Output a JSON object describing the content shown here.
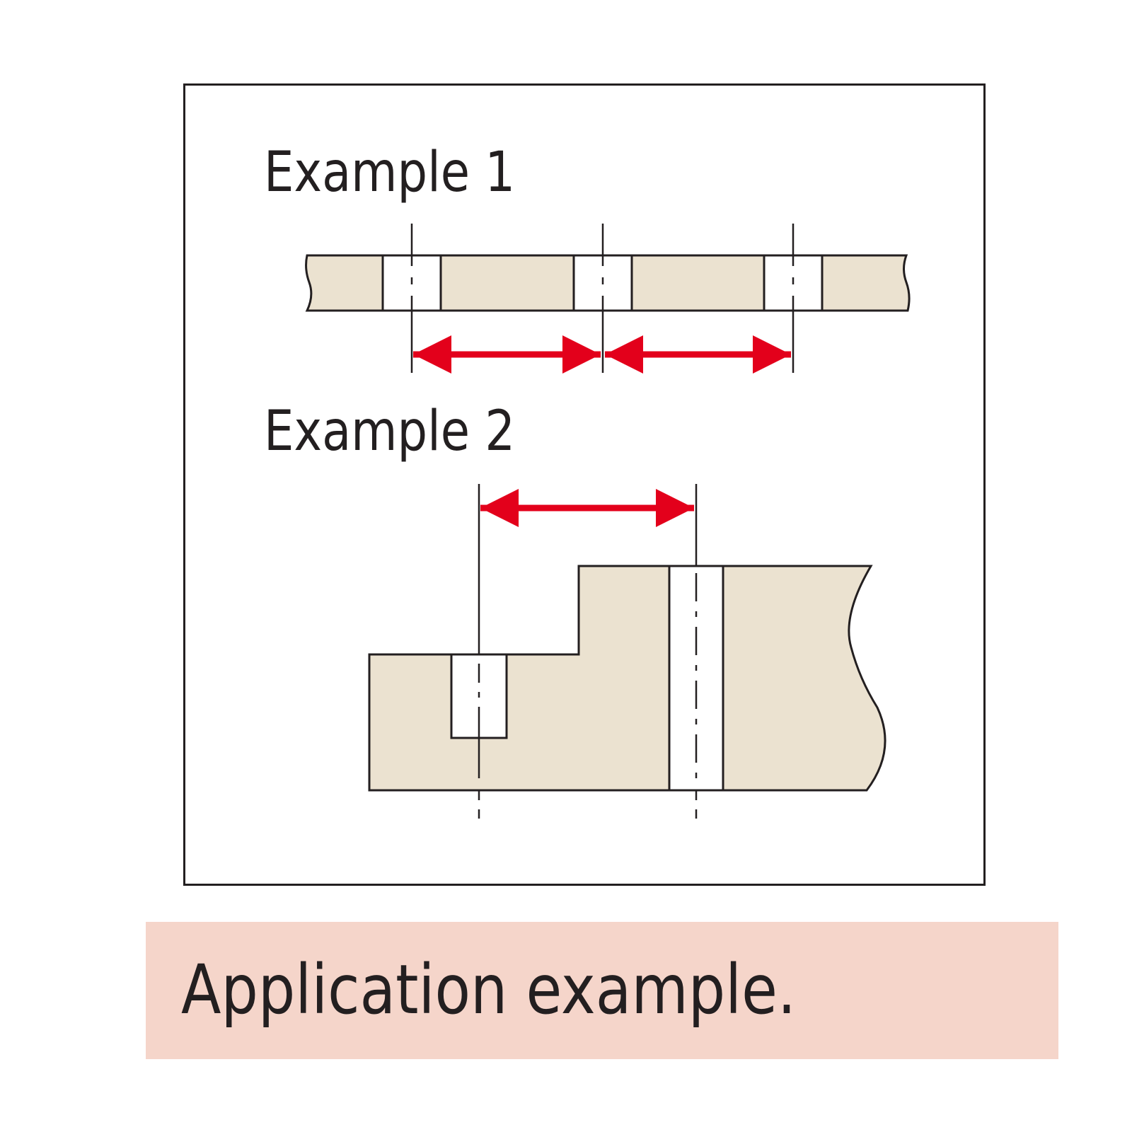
{
  "diagram": {
    "example1_label": "Example 1",
    "example2_label": "Example 2"
  },
  "caption": {
    "text": "Application example."
  },
  "colors": {
    "part_fill": "#ebe2d0",
    "outline": "#231f20",
    "arrow": "#e3001b",
    "caption_bg": "#f5d5ca"
  }
}
